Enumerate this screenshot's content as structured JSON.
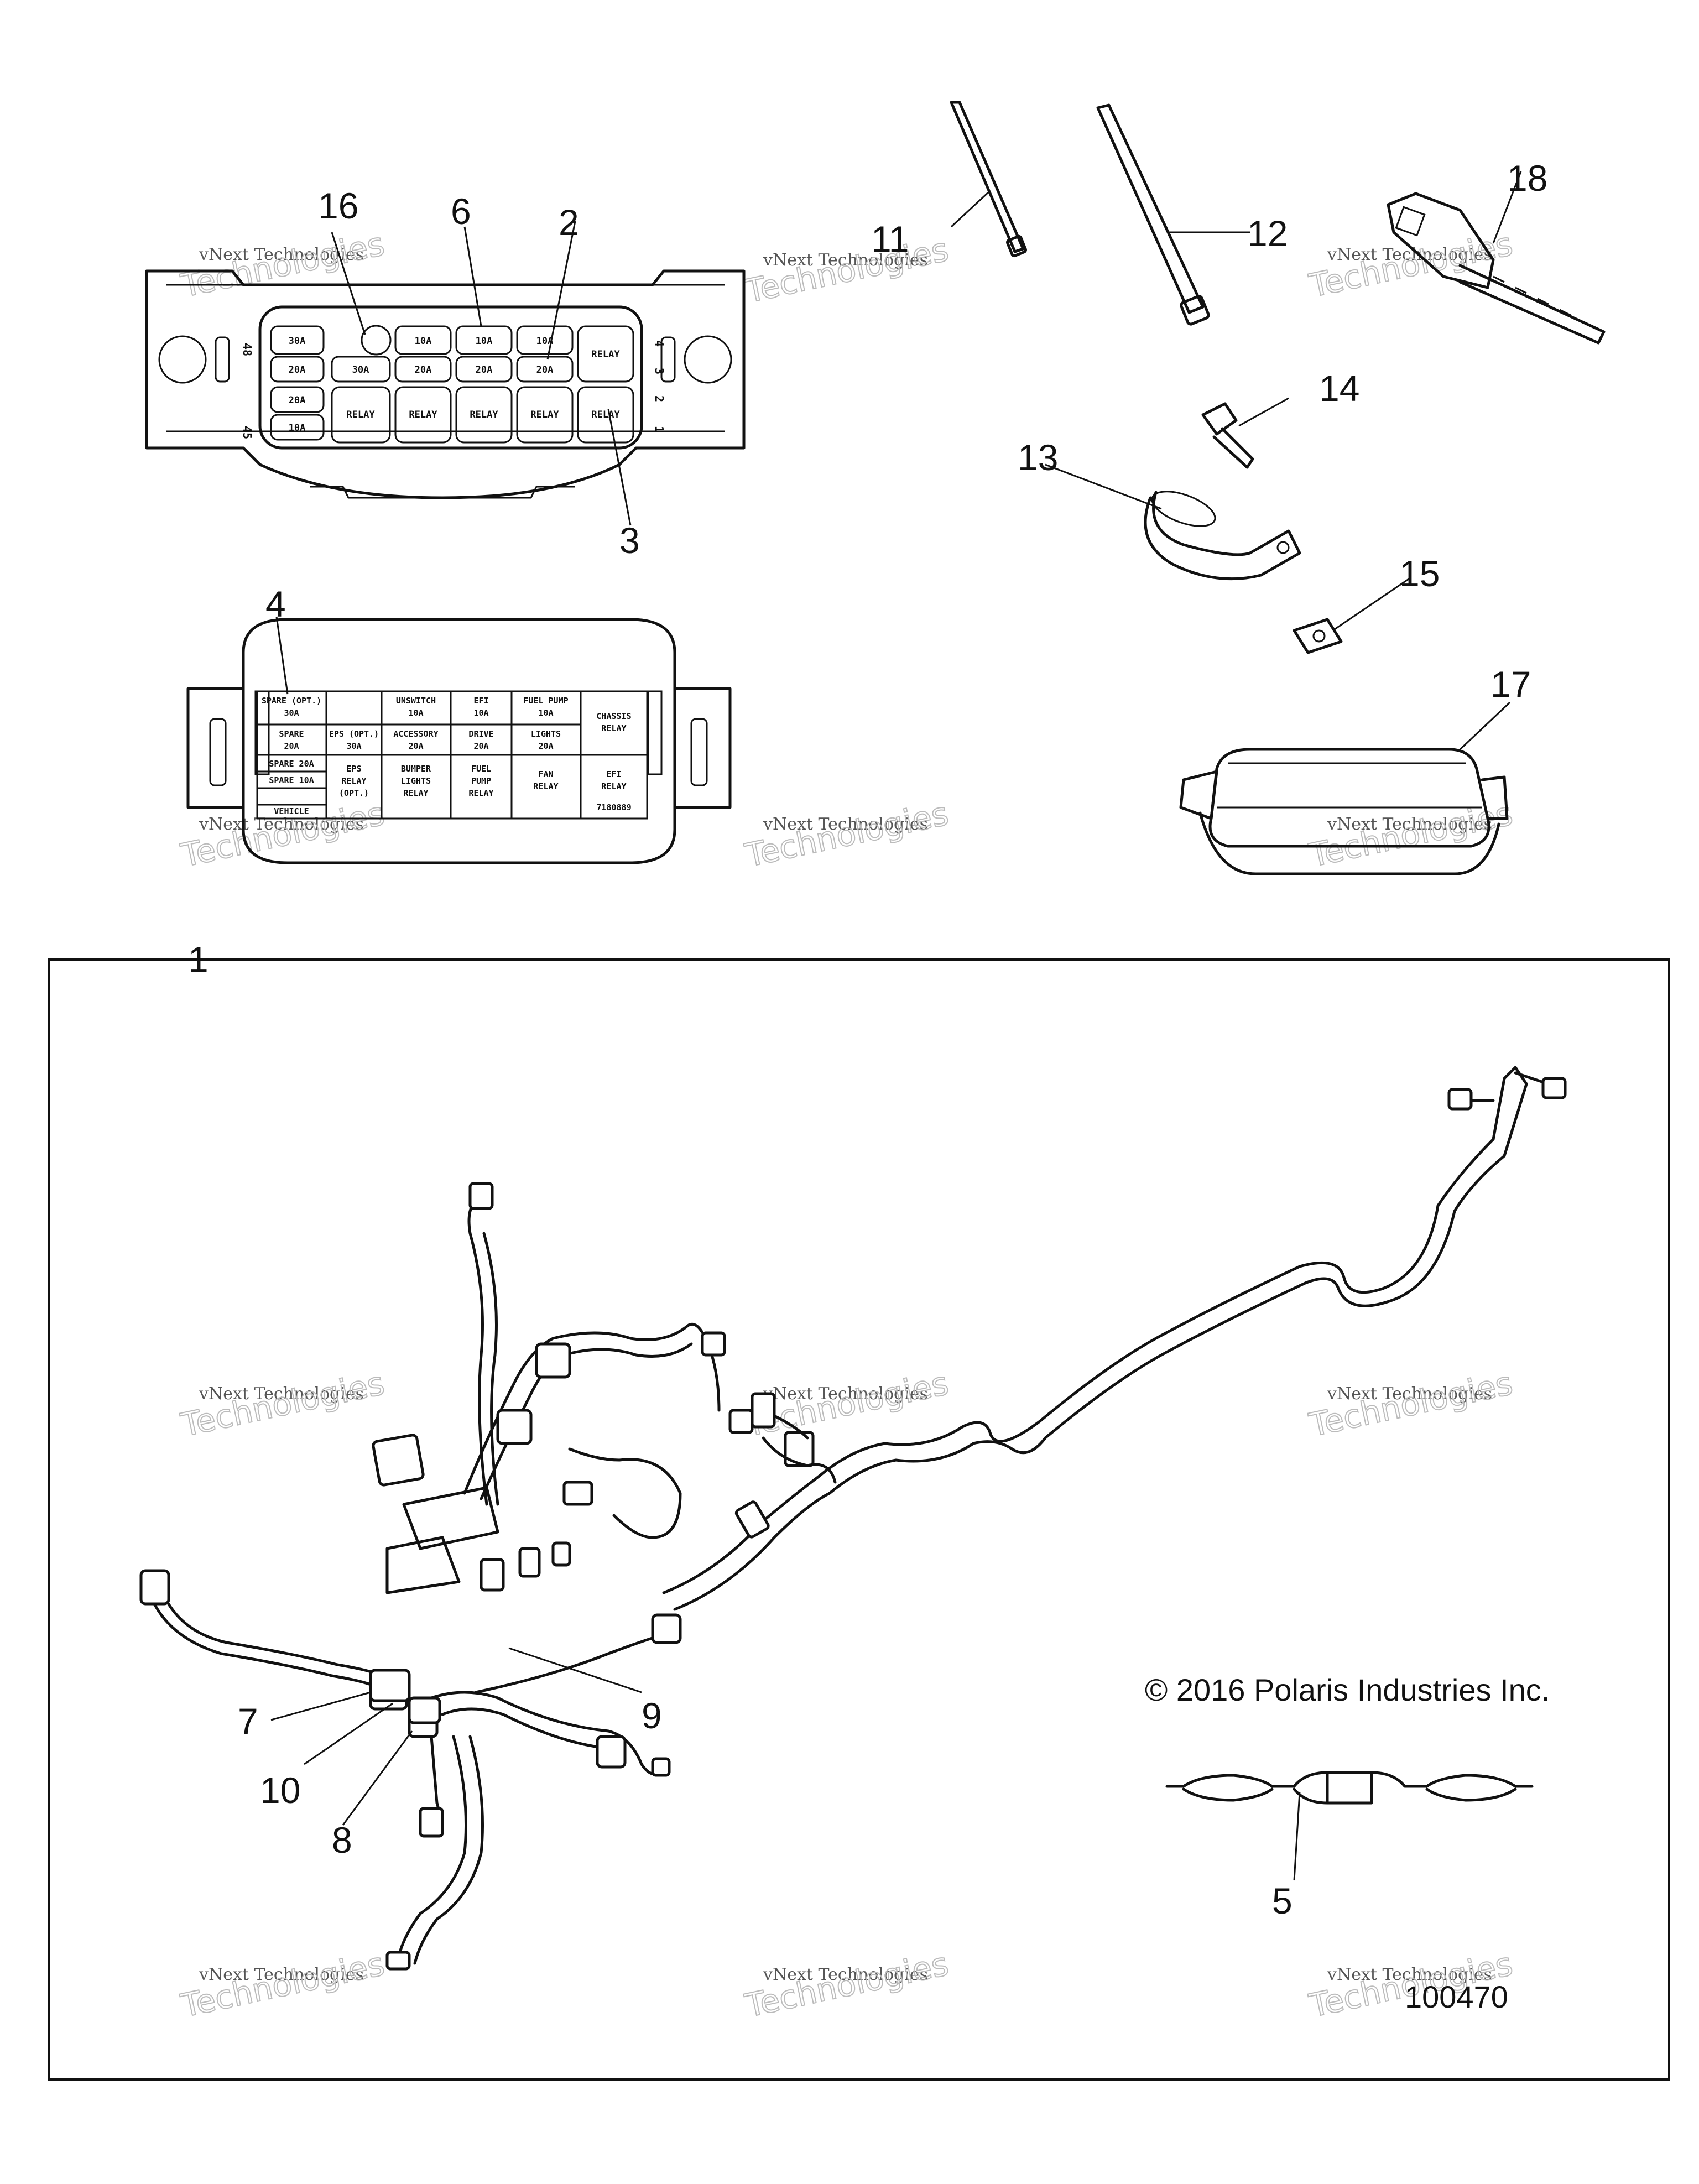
{
  "callouts": [
    {
      "id": "1",
      "label": "1"
    },
    {
      "id": "2",
      "label": "2"
    },
    {
      "id": "3",
      "label": "3"
    },
    {
      "id": "4",
      "label": "4"
    },
    {
      "id": "5",
      "label": "5"
    },
    {
      "id": "6",
      "label": "6"
    },
    {
      "id": "7",
      "label": "7"
    },
    {
      "id": "8",
      "label": "8"
    },
    {
      "id": "9",
      "label": "9"
    },
    {
      "id": "10",
      "label": "10"
    },
    {
      "id": "11",
      "label": "11"
    },
    {
      "id": "12",
      "label": "12"
    },
    {
      "id": "13",
      "label": "13"
    },
    {
      "id": "14",
      "label": "14"
    },
    {
      "id": "15",
      "label": "15"
    },
    {
      "id": "16",
      "label": "16"
    },
    {
      "id": "17",
      "label": "17"
    },
    {
      "id": "18",
      "label": "18"
    }
  ],
  "fuse_box": {
    "side_left_top": "48",
    "side_left_bottom": "45",
    "side_right": [
      "4",
      "3",
      "2",
      "1"
    ],
    "row1": [
      "30A",
      "",
      "10A",
      "10A",
      "10A",
      "RELAY"
    ],
    "row2": [
      "20A",
      "30A",
      "20A",
      "20A",
      "20A"
    ],
    "row3": [
      "20A",
      "RELAY",
      "RELAY",
      "RELAY",
      "RELAY",
      "RELAY"
    ],
    "row4": [
      "10A"
    ]
  },
  "fuse_label": {
    "cells": {
      "spare_opt_30": [
        "SPARE (OPT.)",
        "30A"
      ],
      "unswitch": [
        "UNSWITCH",
        "10A"
      ],
      "efi": [
        "EFI",
        "10A"
      ],
      "fuel_pump": [
        "FUEL PUMP",
        "10A"
      ],
      "chassis_relay": [
        "CHASSIS",
        "RELAY"
      ],
      "spare_20": [
        "SPARE",
        "20A"
      ],
      "eps_opt": [
        "EPS (OPT.)",
        "30A"
      ],
      "accessory": [
        "ACCESSORY",
        "20A"
      ],
      "drive": [
        "DRIVE",
        "20A"
      ],
      "lights": [
        "LIGHTS",
        "20A"
      ],
      "spare_20b": [
        "SPARE 20A"
      ],
      "eps_relay": [
        "EPS",
        "RELAY",
        "(OPT.)"
      ],
      "bumper": [
        "BUMPER",
        "LIGHTS",
        "RELAY"
      ],
      "fuel_pump_relay": [
        "FUEL",
        "PUMP",
        "RELAY"
      ],
      "fan_relay": [
        "FAN",
        "RELAY"
      ],
      "efi_relay": [
        "EFI",
        "RELAY"
      ],
      "spare_10": [
        "SPARE 10A"
      ],
      "vehicle": [
        "VEHICLE"
      ]
    },
    "part_no": "7180889"
  },
  "watermark": {
    "line1": "vNext Technologies",
    "line2": "Technologies"
  },
  "copyright": "© 2016 Polaris Industries Inc.",
  "diagram_number": "100470"
}
